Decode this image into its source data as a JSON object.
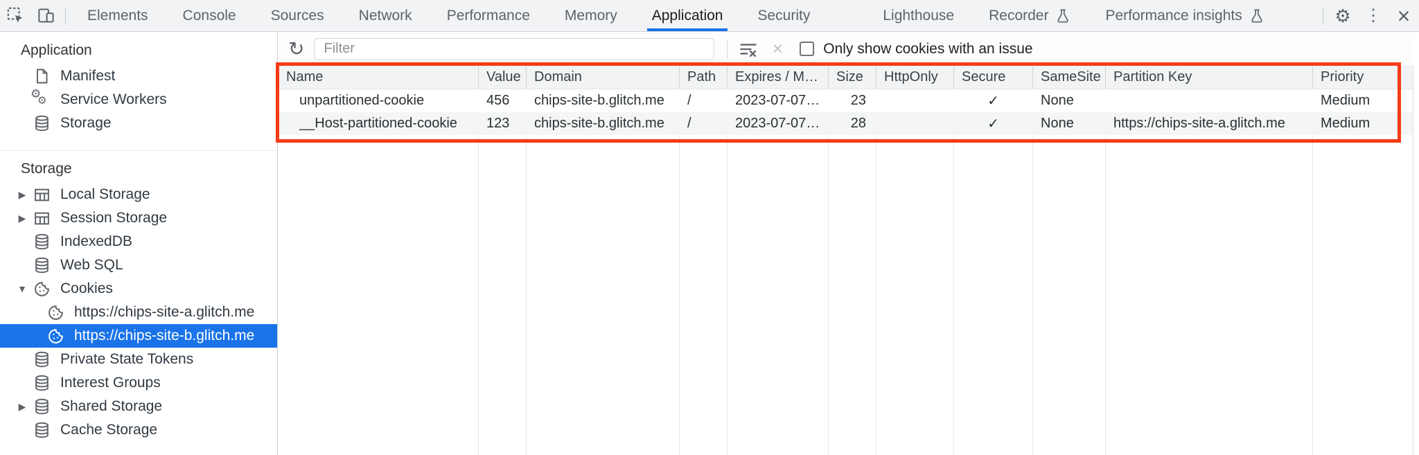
{
  "tabbar": {
    "tabs": [
      {
        "label": "Elements"
      },
      {
        "label": "Console"
      },
      {
        "label": "Sources"
      },
      {
        "label": "Network"
      },
      {
        "label": "Performance"
      },
      {
        "label": "Memory"
      },
      {
        "label": "Application",
        "selected": true
      },
      {
        "label": "Security"
      },
      {
        "label": "Lighthouse"
      },
      {
        "label": "Recorder",
        "experimental": true
      },
      {
        "label": "Performance insights",
        "experimental": true
      }
    ],
    "icons": {
      "gear": "⚙",
      "kebab": "⋮",
      "close": "×"
    }
  },
  "sidebar": {
    "sections": [
      {
        "title": "Application",
        "items": [
          {
            "label": "Manifest",
            "icon": "manifest"
          },
          {
            "label": "Service Workers",
            "icon": "service-workers"
          },
          {
            "label": "Storage",
            "icon": "database"
          }
        ]
      },
      {
        "title": "Storage",
        "items": [
          {
            "label": "Local Storage",
            "icon": "table",
            "arrow": "collapsed"
          },
          {
            "label": "Session Storage",
            "icon": "table",
            "arrow": "collapsed"
          },
          {
            "label": "IndexedDB",
            "icon": "database"
          },
          {
            "label": "Web SQL",
            "icon": "database"
          },
          {
            "label": "Cookies",
            "icon": "cookie",
            "arrow": "expanded"
          },
          {
            "label": "https://chips-site-a.glitch.me",
            "icon": "cookie",
            "child": true
          },
          {
            "label": "https://chips-site-b.glitch.me",
            "icon": "cookie",
            "child": true,
            "selected": true
          },
          {
            "label": "Private State Tokens",
            "icon": "database"
          },
          {
            "label": "Interest Groups",
            "icon": "database"
          },
          {
            "label": "Shared Storage",
            "icon": "database",
            "arrow": "collapsed"
          },
          {
            "label": "Cache Storage",
            "icon": "database"
          }
        ]
      }
    ],
    "icons": {
      "arrow_collapsed": "▶",
      "arrow_expanded": "▼"
    }
  },
  "toolbar": {
    "refresh_icon": "↻",
    "filter_placeholder": "Filter",
    "checkbox_label": "Only show cookies with an issue",
    "delete_icon": "×"
  },
  "cookies_table": {
    "columns": [
      "Name",
      "Value",
      "Domain",
      "Path",
      "Expires / M…",
      "Size",
      "HttpOnly",
      "Secure",
      "SameSite",
      "Partition Key",
      "Priority"
    ],
    "rows": [
      {
        "name": "unpartitioned-cookie",
        "value": "456",
        "domain": "chips-site-b.glitch.me",
        "path": "/",
        "expires": "2023-07-07…",
        "size": "23",
        "httpOnly": "",
        "secure": "✓",
        "sameSite": "None",
        "partitionKey": "",
        "priority": "Medium"
      },
      {
        "name": "__Host-partitioned-cookie",
        "value": "123",
        "domain": "chips-site-b.glitch.me",
        "path": "/",
        "expires": "2023-07-07…",
        "size": "28",
        "httpOnly": "",
        "secure": "✓",
        "sameSite": "None",
        "partitionKey": "https://chips-site-a.glitch.me",
        "priority": "Medium"
      }
    ]
  },
  "colors": {
    "accent_blue": "#1a73e8",
    "highlight_red": "#f53b17",
    "toolbar_bg": "#f1f3f4",
    "selected_row_text": "#ffffff"
  }
}
